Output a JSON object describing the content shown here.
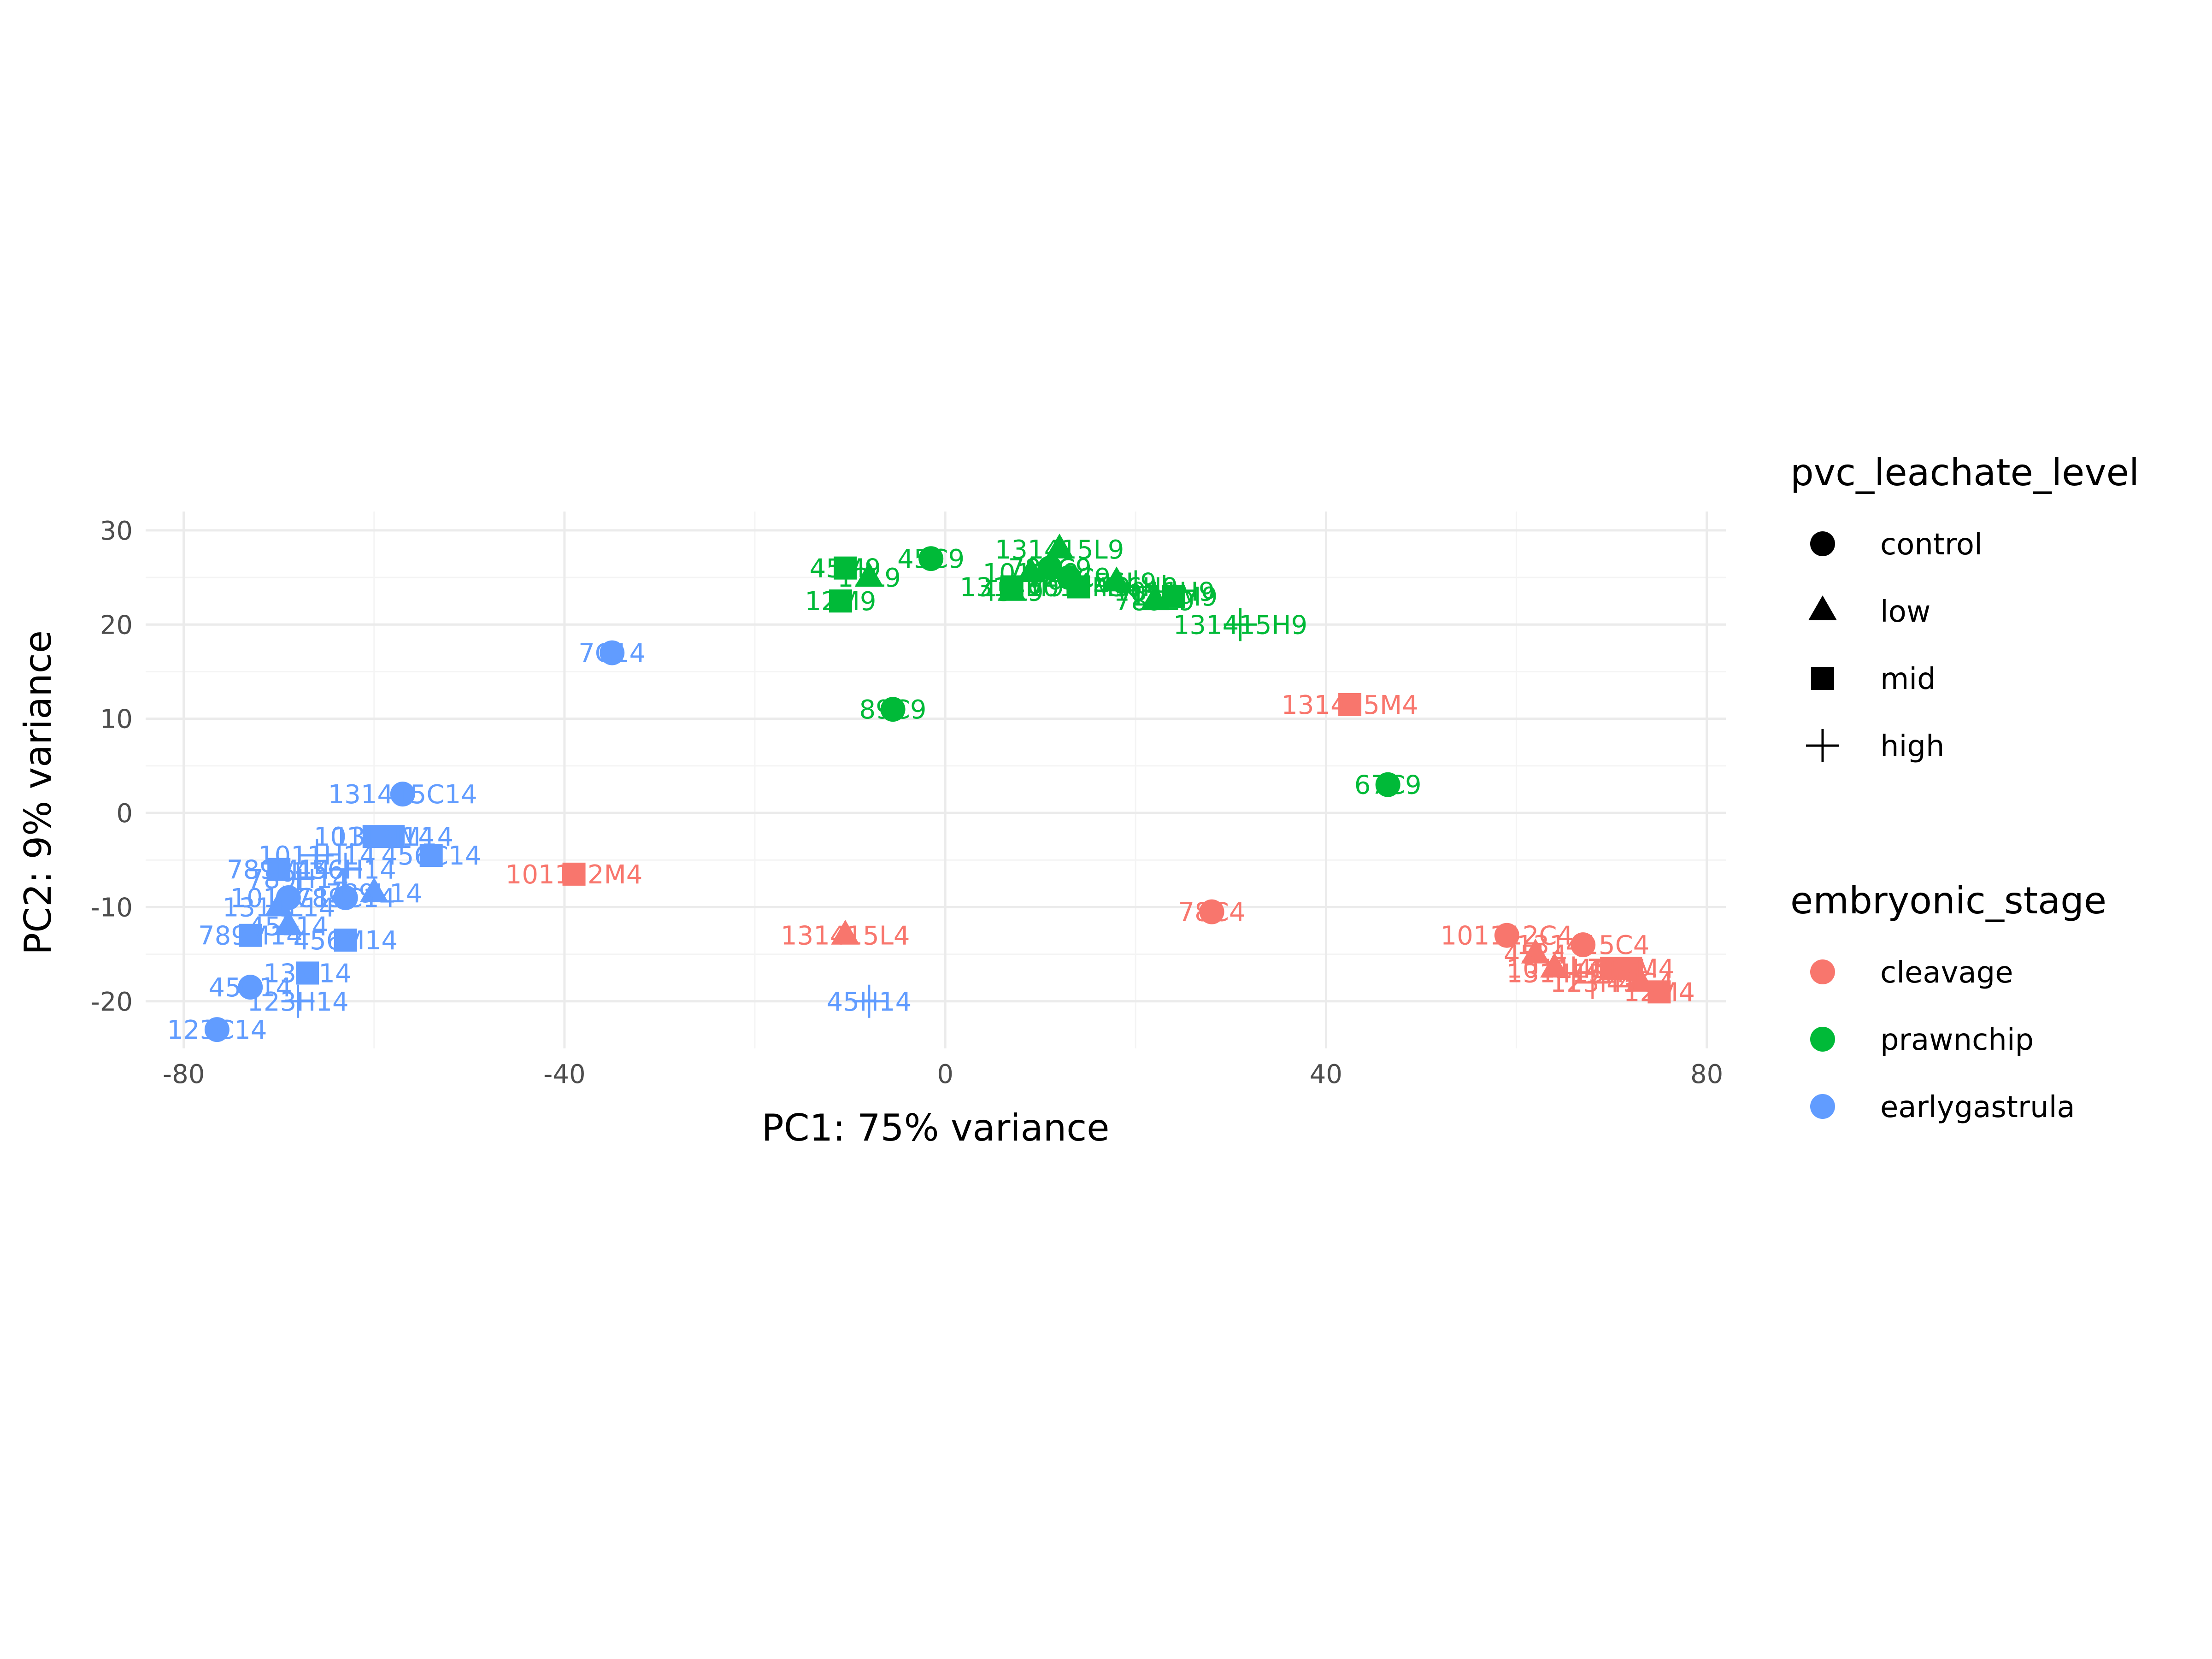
{
  "chart_data": {
    "type": "scatter",
    "title": "",
    "xlabel": "PC1: 75% variance",
    "ylabel": "PC2: 9% variance",
    "xlim": [
      -84,
      82
    ],
    "ylim": [
      -25,
      32
    ],
    "x_ticks": [
      -80,
      -40,
      0,
      40,
      80
    ],
    "x_tick_labels": [
      "-80",
      "-40",
      "0",
      "40",
      "80"
    ],
    "y_ticks": [
      -20,
      -10,
      0,
      10,
      20,
      30
    ],
    "y_tick_labels": [
      "-20",
      "-10",
      "0",
      "10",
      "20",
      "30"
    ],
    "grid": true,
    "legends": [
      {
        "title": "pvc_leachate_level",
        "kind": "shape",
        "entries": [
          {
            "label": "control",
            "shape": "circle"
          },
          {
            "label": "low",
            "shape": "triangle"
          },
          {
            "label": "mid",
            "shape": "square"
          },
          {
            "label": "high",
            "shape": "plus"
          }
        ]
      },
      {
        "title": "embryonic_stage",
        "kind": "color",
        "entries": [
          {
            "label": "cleavage",
            "color": "#F8766D"
          },
          {
            "label": "prawnchip",
            "color": "#00BA38"
          },
          {
            "label": "earlygastrula",
            "color": "#619CFF"
          }
        ]
      }
    ],
    "legend_position": "right",
    "points": [
      {
        "x": -76.5,
        "y": -23,
        "label": "123C14",
        "shape": "circle",
        "stage": "earlygastrula"
      },
      {
        "x": -73,
        "y": -18.5,
        "label": "45C14",
        "shape": "circle",
        "stage": "earlygastrula"
      },
      {
        "x": -68,
        "y": -20,
        "label": "123H14",
        "shape": "plus",
        "stage": "earlygastrula"
      },
      {
        "x": -67,
        "y": -17,
        "label": "13M14",
        "shape": "square",
        "stage": "earlygastrula"
      },
      {
        "x": -73,
        "y": -13,
        "label": "789M14",
        "shape": "square",
        "stage": "earlygastrula"
      },
      {
        "x": -69,
        "y": -12,
        "label": "45L14",
        "shape": "triangle",
        "stage": "earlygastrula"
      },
      {
        "x": -63,
        "y": -13.5,
        "label": "456M14",
        "shape": "square",
        "stage": "earlygastrula"
      },
      {
        "x": -70,
        "y": -10,
        "label": "1314L14",
        "shape": "triangle",
        "stage": "earlygastrula"
      },
      {
        "x": -69,
        "y": -9,
        "label": "1011C14",
        "shape": "circle",
        "stage": "earlygastrula"
      },
      {
        "x": -63,
        "y": -9,
        "label": "789C14",
        "shape": "circle",
        "stage": "earlygastrula"
      },
      {
        "x": -60,
        "y": -8.5,
        "label": "789L14",
        "shape": "triangle",
        "stage": "earlygastrula"
      },
      {
        "x": -68,
        "y": -7,
        "label": "789H14",
        "shape": "plus",
        "stage": "earlygastrula"
      },
      {
        "x": -70,
        "y": -6,
        "label": "789M14",
        "shape": "square",
        "stage": "earlygastrula"
      },
      {
        "x": -63,
        "y": -6,
        "label": "456H14",
        "shape": "plus",
        "stage": "earlygastrula"
      },
      {
        "x": -66,
        "y": -4.5,
        "label": "1011H14",
        "shape": "plus",
        "stage": "earlygastrula"
      },
      {
        "x": -54,
        "y": -4.5,
        "label": "456C14",
        "shape": "square",
        "stage": "earlygastrula"
      },
      {
        "x": -60,
        "y": -2.5,
        "label": "1011M14",
        "shape": "square",
        "stage": "earlygastrula"
      },
      {
        "x": -58,
        "y": -2.5,
        "label": "1314M14",
        "shape": "square",
        "stage": "earlygastrula"
      },
      {
        "x": -57,
        "y": 2,
        "label": "131415C14",
        "shape": "circle",
        "stage": "earlygastrula"
      },
      {
        "x": -35,
        "y": 17,
        "label": "7C14",
        "shape": "circle",
        "stage": "earlygastrula"
      },
      {
        "x": -8,
        "y": -20,
        "label": "45H14",
        "shape": "plus",
        "stage": "earlygastrula"
      },
      {
        "x": -39,
        "y": -6.5,
        "label": "101112M4",
        "shape": "square",
        "stage": "cleavage"
      },
      {
        "x": -10.5,
        "y": -13,
        "label": "131415L4",
        "shape": "triangle",
        "stage": "cleavage"
      },
      {
        "x": 28,
        "y": -10.5,
        "label": "78C4",
        "shape": "circle",
        "stage": "cleavage"
      },
      {
        "x": 42.5,
        "y": 11.5,
        "label": "131415M4",
        "shape": "square",
        "stage": "cleavage"
      },
      {
        "x": 59,
        "y": -13,
        "label": "101112C4",
        "shape": "circle",
        "stage": "cleavage"
      },
      {
        "x": 67,
        "y": -14,
        "label": "131415C4",
        "shape": "circle",
        "stage": "cleavage"
      },
      {
        "x": 62,
        "y": -15,
        "label": "45L4",
        "shape": "triangle",
        "stage": "cleavage"
      },
      {
        "x": 64,
        "y": -16.5,
        "label": "1011L4",
        "shape": "triangle",
        "stage": "cleavage"
      },
      {
        "x": 66,
        "y": -17,
        "label": "131415H4",
        "shape": "plus",
        "stage": "cleavage"
      },
      {
        "x": 70,
        "y": -16.5,
        "label": "45M4",
        "shape": "square",
        "stage": "cleavage"
      },
      {
        "x": 72,
        "y": -16.5,
        "label": "789M4",
        "shape": "square",
        "stage": "cleavage"
      },
      {
        "x": 68,
        "y": -18,
        "label": "123H4",
        "shape": "plus",
        "stage": "cleavage"
      },
      {
        "x": 75,
        "y": -19,
        "label": "12M4",
        "shape": "square",
        "stage": "cleavage"
      },
      {
        "x": 73,
        "y": -18,
        "label": "45C4",
        "shape": "triangle",
        "stage": "cleavage"
      },
      {
        "x": -11,
        "y": 22.5,
        "label": "12M9",
        "shape": "square",
        "stage": "prawnchip"
      },
      {
        "x": -10.5,
        "y": 26,
        "label": "45M9",
        "shape": "square",
        "stage": "prawnchip"
      },
      {
        "x": -8,
        "y": 25,
        "label": "12L9",
        "shape": "triangle",
        "stage": "prawnchip"
      },
      {
        "x": -1.5,
        "y": 27,
        "label": "45C9",
        "shape": "circle",
        "stage": "prawnchip"
      },
      {
        "x": -5.5,
        "y": 11,
        "label": "89C9",
        "shape": "circle",
        "stage": "prawnchip"
      },
      {
        "x": 12,
        "y": 28,
        "label": "131415L9",
        "shape": "triangle",
        "stage": "prawnchip"
      },
      {
        "x": 7,
        "y": 24,
        "label": "1314M9",
        "shape": "square",
        "stage": "prawnchip"
      },
      {
        "x": 9,
        "y": 25.5,
        "label": "1011L9",
        "shape": "triangle",
        "stage": "prawnchip"
      },
      {
        "x": 11,
        "y": 26,
        "label": "789C9",
        "shape": "circle",
        "stage": "prawnchip"
      },
      {
        "x": 13,
        "y": 25,
        "label": "123C9",
        "shape": "circle",
        "stage": "prawnchip"
      },
      {
        "x": 7,
        "y": 23.5,
        "label": "45L9",
        "shape": "triangle",
        "stage": "prawnchip"
      },
      {
        "x": 14,
        "y": 24,
        "label": "1011M9",
        "shape": "square",
        "stage": "prawnchip"
      },
      {
        "x": 18,
        "y": 24.5,
        "label": "456L9",
        "shape": "triangle",
        "stage": "prawnchip"
      },
      {
        "x": 20,
        "y": 24,
        "label": "456H9",
        "shape": "plus",
        "stage": "prawnchip"
      },
      {
        "x": 23,
        "y": 23.5,
        "label": "1011H9",
        "shape": "plus",
        "stage": "prawnchip"
      },
      {
        "x": 22,
        "y": 22.5,
        "label": "789L9",
        "shape": "triangle",
        "stage": "prawnchip"
      },
      {
        "x": 24,
        "y": 23,
        "label": "123M9",
        "shape": "square",
        "stage": "prawnchip"
      },
      {
        "x": 31,
        "y": 20,
        "label": "131415H9",
        "shape": "plus",
        "stage": "prawnchip"
      },
      {
        "x": 46.5,
        "y": 3,
        "label": "67C9",
        "shape": "circle",
        "stage": "prawnchip"
      }
    ]
  }
}
